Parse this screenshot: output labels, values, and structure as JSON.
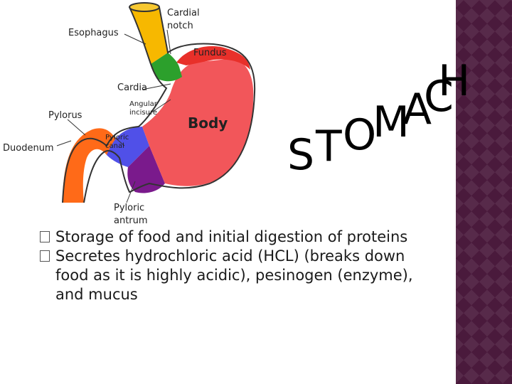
{
  "slide": {
    "title": "STOMACH",
    "title_letters": [
      "S",
      "T",
      "O",
      "M",
      "A",
      "C",
      "H"
    ],
    "bullets": [
      "Storage of food and initial digestion of proteins",
      "Secretes hydrochloric acid (HCL) (breaks down food as it is highly acidic), pesinogen (enzyme), and mucus"
    ]
  },
  "diagram": {
    "labels": {
      "esophagus": "Esophagus",
      "cardial_notch_1": "Cardial",
      "cardial_notch_2": "notch",
      "fundus": "Fundus",
      "cardia": "Cardia",
      "angular_1": "Angular",
      "angular_2": "incisure",
      "pylorus": "Pylorus",
      "body": "Body",
      "pyloric_canal_1": "Pyloric",
      "pyloric_canal_2": "canal",
      "duodenum": "Duodenum",
      "pyloric_antrum_1": "Pyloric",
      "pyloric_antrum_2": "antrum"
    },
    "colors": {
      "esophagus": "#f7b800",
      "cardia": "#2ca02c",
      "fundus": "#e8302a",
      "body": "#f2565a",
      "pyloric_canal": "#5050e8",
      "pyloric_antrum": "#7a1a8c",
      "duodenum": "#ff6a18"
    }
  },
  "theme": {
    "side_band": "#4a1a3c"
  }
}
